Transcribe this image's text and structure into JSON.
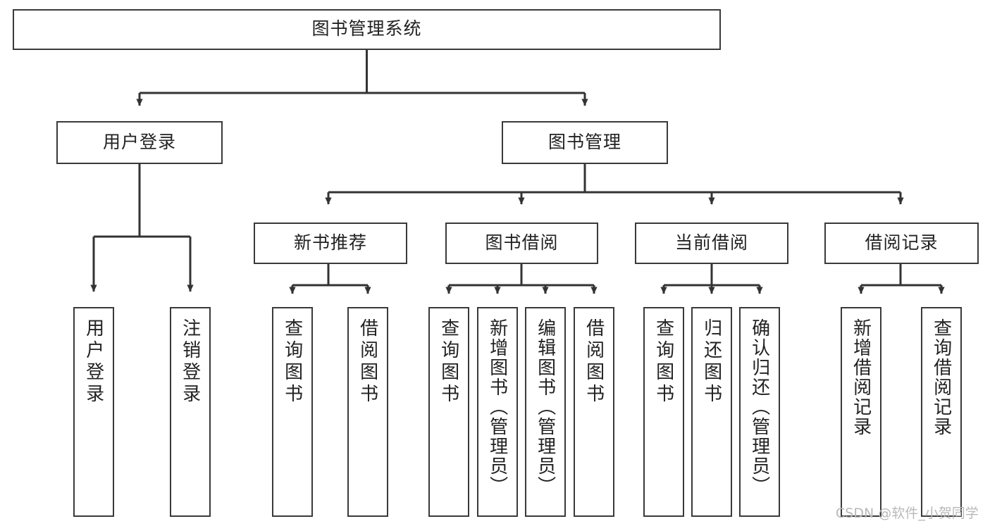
{
  "diagram": {
    "type": "tree-hierarchy",
    "title": "图书管理系统",
    "root": {
      "id": "root",
      "label": "图书管理系统"
    },
    "level2": [
      {
        "id": "user-login",
        "label": "用户登录"
      },
      {
        "id": "book-manage",
        "label": "图书管理"
      }
    ],
    "level3": [
      {
        "id": "new-book-rec",
        "label": "新书推荐",
        "parent": "book-manage"
      },
      {
        "id": "book-borrow",
        "label": "图书借阅",
        "parent": "book-manage"
      },
      {
        "id": "current-borrow",
        "label": "当前借阅",
        "parent": "book-manage"
      },
      {
        "id": "borrow-record",
        "label": "借阅记录",
        "parent": "book-manage"
      }
    ],
    "leaves": [
      {
        "id": "leaf-user-login",
        "label": "用户登录",
        "parent": "user-login"
      },
      {
        "id": "leaf-user-logout",
        "label": "注销登录",
        "parent": "user-login"
      },
      {
        "id": "leaf-query-book-1",
        "label": "查询图书",
        "parent": "new-book-rec"
      },
      {
        "id": "leaf-borrow-book-1",
        "label": "借阅图书",
        "parent": "new-book-rec"
      },
      {
        "id": "leaf-query-book-2",
        "label": "查询图书",
        "parent": "book-borrow"
      },
      {
        "id": "leaf-add-book",
        "label": "新增图书（管理员）",
        "parent": "book-borrow"
      },
      {
        "id": "leaf-edit-book",
        "label": "编辑图书（管理员）",
        "parent": "book-borrow"
      },
      {
        "id": "leaf-borrow-book-2",
        "label": "借阅图书",
        "parent": "book-borrow"
      },
      {
        "id": "leaf-query-book-3",
        "label": "查询图书",
        "parent": "current-borrow"
      },
      {
        "id": "leaf-return-book",
        "label": "归还图书",
        "parent": "current-borrow"
      },
      {
        "id": "leaf-confirm-return",
        "label": "确认归还（管理员）",
        "parent": "current-borrow"
      },
      {
        "id": "leaf-add-record",
        "label": "新增借阅记录",
        "parent": "borrow-record"
      },
      {
        "id": "leaf-query-record",
        "label": "查询借阅记录",
        "parent": "borrow-record"
      }
    ],
    "colors": {
      "border": "#3a3a3a",
      "text": "#222222",
      "background": "#ffffff",
      "edge": "#333333",
      "watermark": "#b9b9b9"
    }
  },
  "watermark": {
    "text": "CSDN @软件_小贺同学"
  }
}
